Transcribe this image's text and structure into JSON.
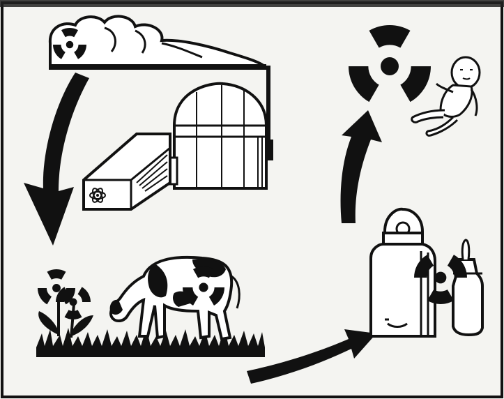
{
  "figure": {
    "palette": {
      "ink": "#111111",
      "paper": "#f4f4f1",
      "white": "#ffffff",
      "grey": "#8a8a8a"
    },
    "panels": [
      {
        "name": "fallout-plume",
        "icon": "radiation-symbol"
      },
      {
        "name": "nuclear-power-plant",
        "icon": "atom-symbol"
      },
      {
        "name": "grazing-cow",
        "icon": "radiation-symbol"
      },
      {
        "name": "flowers-and-grass",
        "icon": "radiation-symbol"
      },
      {
        "name": "milk-can-and-baby-bottle",
        "icon": "radiation-symbol"
      },
      {
        "name": "baby",
        "icon": "radiation-symbol"
      }
    ],
    "arrows": [
      {
        "from": "fallout-plume",
        "to": "flowers-and-grass"
      },
      {
        "from": "flowers-and-grass",
        "to": "milk-can-and-baby-bottle"
      },
      {
        "from": "milk-can-and-baby-bottle",
        "to": "baby"
      }
    ]
  }
}
